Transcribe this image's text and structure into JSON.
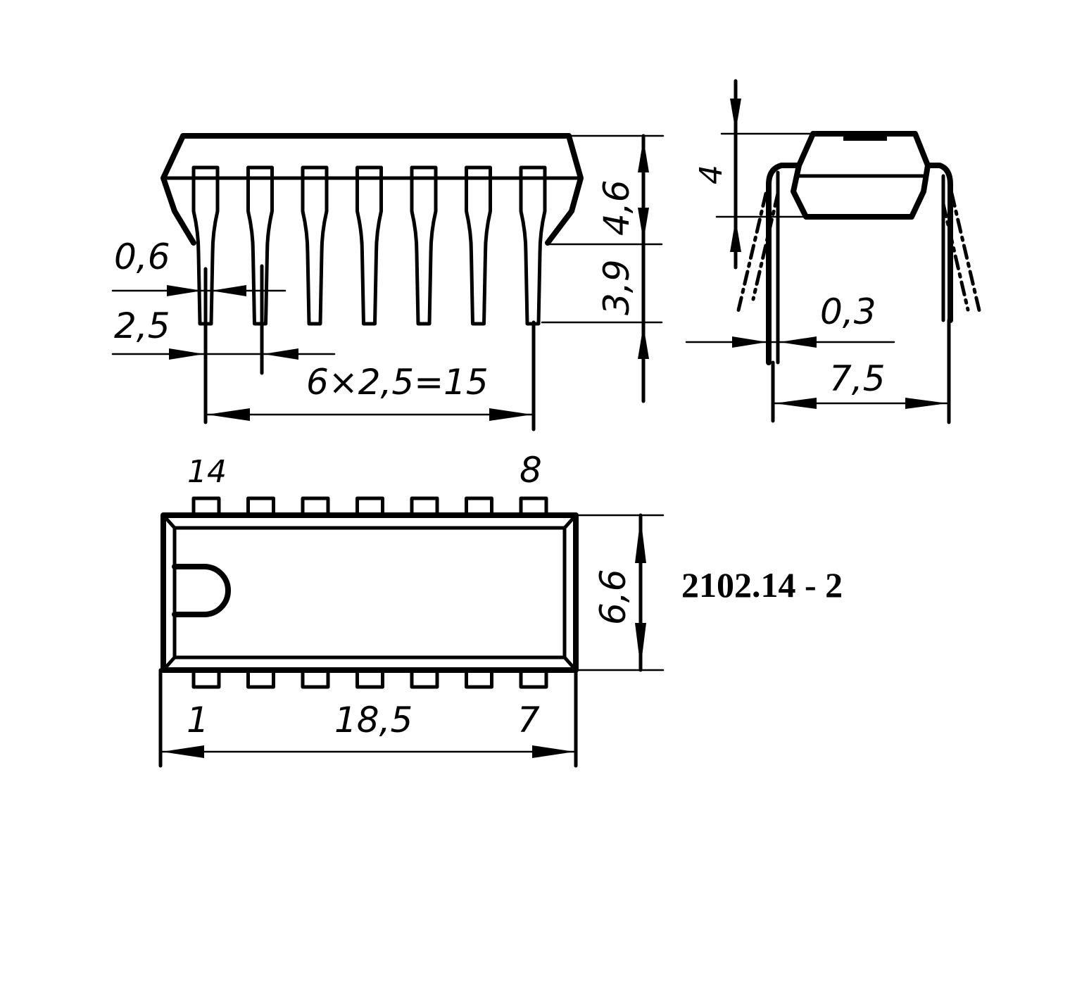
{
  "package": {
    "designation": "2102.14 - 2"
  },
  "front_view": {
    "lead_width": "0,6",
    "pitch": "2,5",
    "pitch_total": "6×2,5=15",
    "body_height": "4,6",
    "lead_length": "3,9"
  },
  "side_view": {
    "standoff": "4",
    "lead_thickness": "0,3",
    "row_spacing": "7,5"
  },
  "top_view": {
    "pin_top_left": "14",
    "pin_top_right": "8",
    "pin_bottom_left": "1",
    "pin_bottom_right": "7",
    "body_length": "18,5",
    "body_width": "6,6"
  }
}
